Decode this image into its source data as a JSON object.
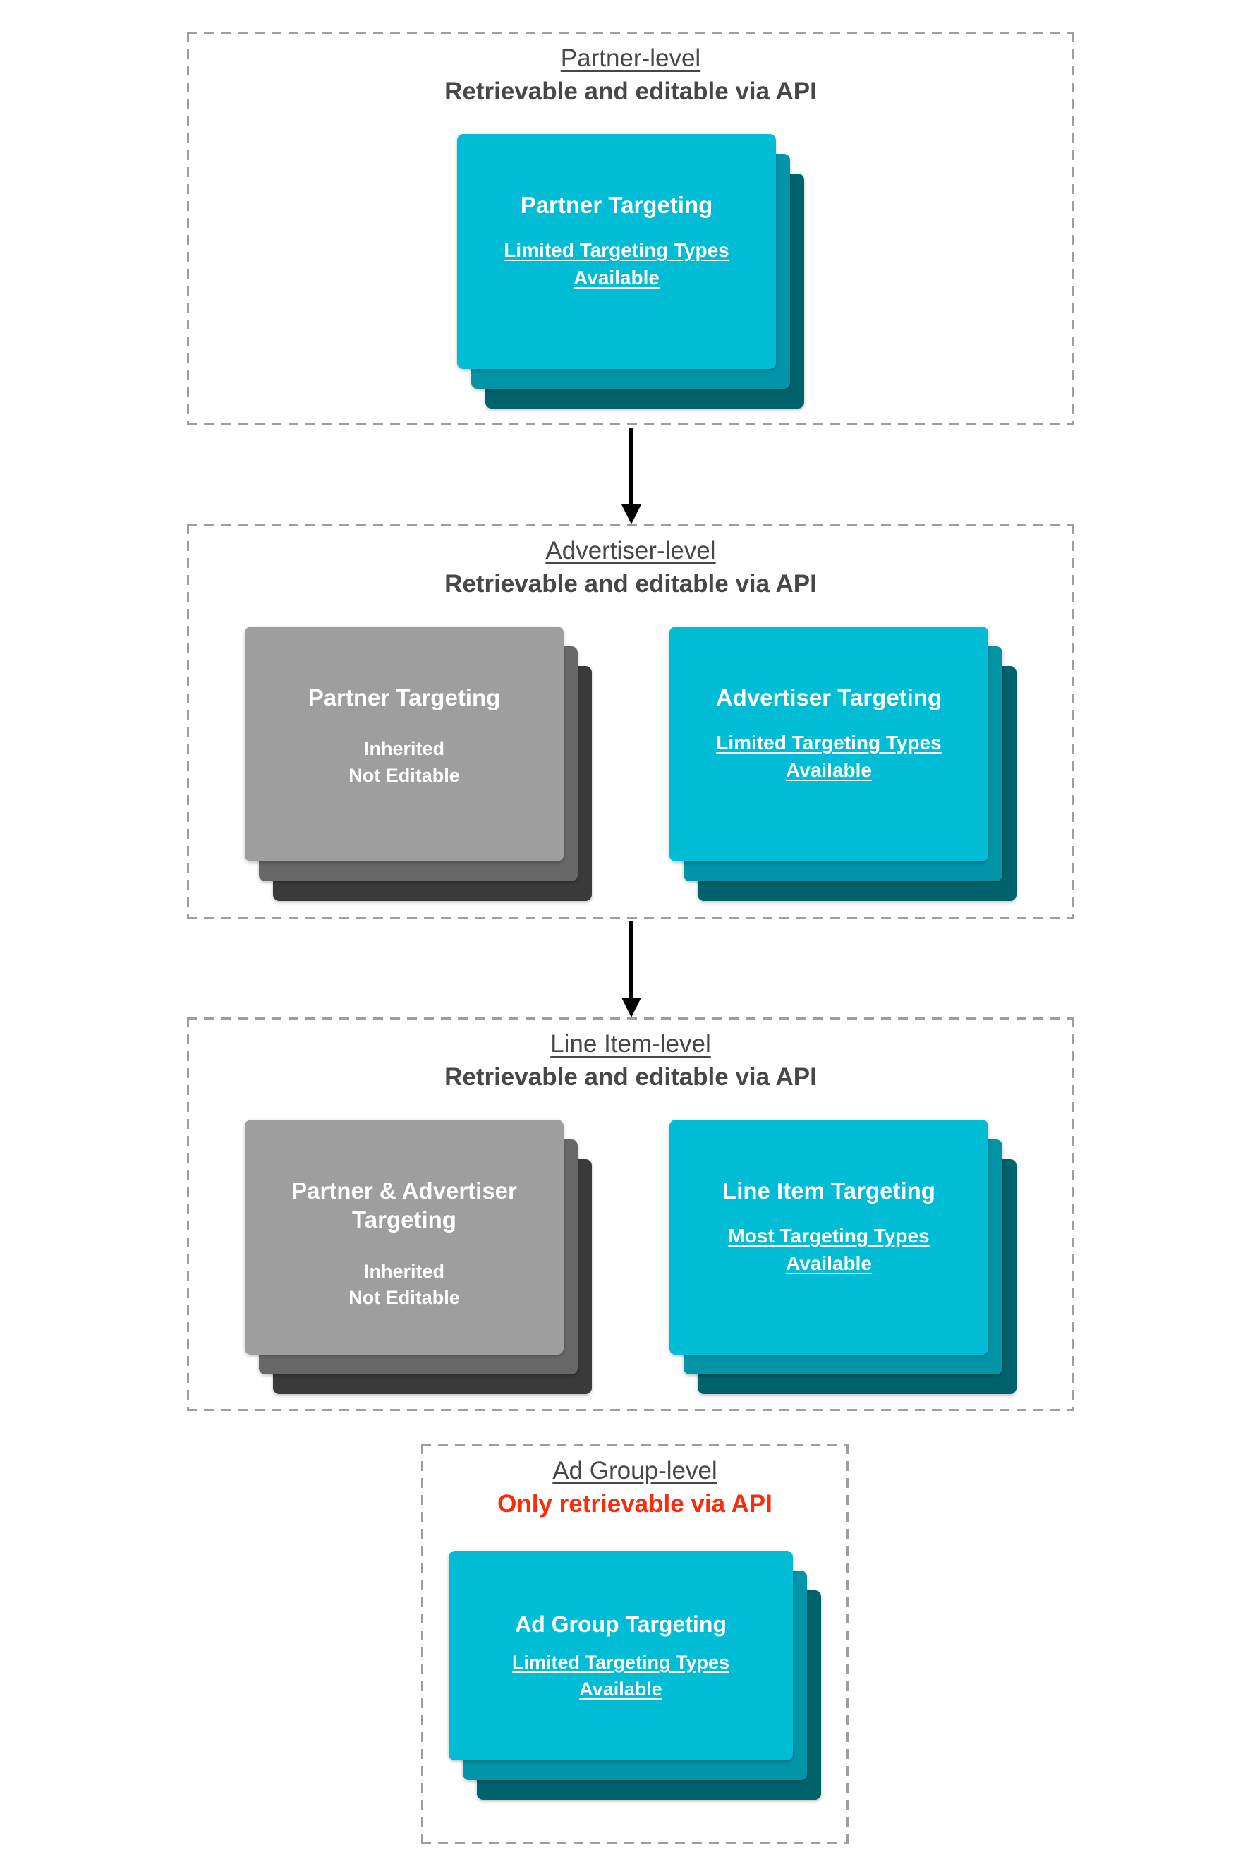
{
  "colors": {
    "background": "#ffffff",
    "section_border": "#9e9e9e",
    "heading_text": "#474747",
    "alert_text": "#fb2c0c",
    "arrow": "#000000",
    "card_text": "#ffffff",
    "teal_front": "#00bcd4",
    "teal_mid": "#0195a7",
    "teal_back": "#00626b",
    "gray_front": "#9e9e9e",
    "gray_mid": "#676767",
    "gray_back": "#3a3a3a"
  },
  "sections": [
    {
      "id": "partner-level",
      "title": "Partner-level",
      "subtitle": "Retrievable and editable via API",
      "emphasis": "normal",
      "cards": [
        {
          "variant": "teal",
          "title": "Partner Targeting",
          "lines": [
            "Limited Targeting Types Available"
          ],
          "underline": true
        }
      ]
    },
    {
      "id": "advertiser-level",
      "title": "Advertiser-level",
      "subtitle": "Retrievable and editable via API",
      "emphasis": "normal",
      "cards": [
        {
          "variant": "gray",
          "title": "Partner Targeting",
          "lines": [
            "Inherited",
            "Not Editable"
          ],
          "underline": false
        },
        {
          "variant": "teal",
          "title": "Advertiser Targeting",
          "lines": [
            "Limited Targeting Types Available"
          ],
          "underline": true
        }
      ]
    },
    {
      "id": "line-item-level",
      "title": "Line Item-level",
      "subtitle": "Retrievable and editable via API",
      "emphasis": "normal",
      "cards": [
        {
          "variant": "gray",
          "title": "Partner & Advertiser Targeting",
          "lines": [
            "Inherited",
            "Not Editable"
          ],
          "underline": false
        },
        {
          "variant": "teal",
          "title": "Line Item Targeting",
          "lines": [
            "Most Targeting Types Available"
          ],
          "underline": true
        }
      ]
    },
    {
      "id": "ad-group-level",
      "title": "Ad Group-level",
      "subtitle": "Only retrievable via API",
      "emphasis": "red",
      "cards": [
        {
          "variant": "teal",
          "title": "Ad Group Targeting",
          "lines": [
            "Limited Targeting Types Available"
          ],
          "underline": true
        }
      ]
    }
  ],
  "connectors": [
    {
      "from": "Partner-level",
      "to": "Advertiser-level"
    },
    {
      "from": "Advertiser-level",
      "to": "Line Item-level"
    }
  ]
}
